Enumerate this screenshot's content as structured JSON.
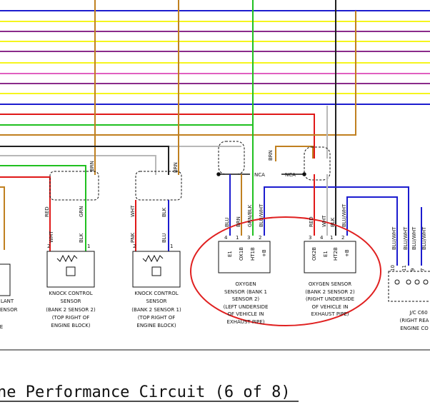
{
  "wire_colors": {
    "blue": "#1c1ccf",
    "yellow": "#f5f51e",
    "purple": "#8a2a8a",
    "pink": "#e060c0",
    "red": "#e01818",
    "green": "#20c020",
    "gray": "#b8b8b8",
    "orange": "#c08020",
    "black": "#202020",
    "highlight": "#e02020"
  },
  "wire_labels": {
    "brn_top": "BRN",
    "nca_left": "NCA",
    "nca_right": "NCA",
    "brn_ks2": "BRN",
    "brn_ks1": "BRN",
    "red_ks2": "RED",
    "grn_ks2": "GRN",
    "wht_ks1": "WHT",
    "blk_ks1": "BLK",
    "wht_ks2": "WHT",
    "blk_ks2": "BLK",
    "pnk_ks1": "PNK",
    "blu_ks1": "BLU",
    "o2b1_blu": "BLU",
    "o2b1_brn": "BRN",
    "o2b1_grnblk": "GRN/BLK",
    "o2b1_bluwht": "BLU/WHT",
    "o2b2_red": "RED",
    "o2b2_wht": "WHT",
    "o2b2_blk": "BLK",
    "o2b2_bluwht": "BLU/WHT",
    "jc_1": "BLU/WHT",
    "jc_2": "BLU/WHT",
    "jc_3": "BLU/WHT",
    "jc_4": "BLU/WHT"
  },
  "pins": {
    "ks2_p2": "2",
    "ks2_p1": "1",
    "ks1_p2": "2",
    "ks1_p1": "1",
    "o2b1": [
      "4",
      "1",
      "3",
      "2"
    ],
    "o2b1_term": [
      "E1",
      "OX1B",
      "HT1B",
      "+B"
    ],
    "o2b2": [
      "3",
      "4",
      "1",
      "2"
    ],
    "o2b2_term": [
      "OX2B",
      "E1",
      "HT2B",
      "+B"
    ],
    "jc": [
      "10",
      "11",
      "9",
      "7"
    ]
  },
  "components": {
    "coolant": [
      "LANT",
      "SENSOR",
      "E"
    ],
    "knock2": [
      "KNOCK CONTROL",
      "SENSOR",
      "(BANK 2 SENSOR 2)",
      "(TOP RIGHT OF",
      "ENGINE BLOCK)"
    ],
    "knock1": [
      "KNOCK CONTROL",
      "SENSOR",
      "(BANK 2 SENSOR 1)",
      "(TOP RIGHT OF",
      "ENGINE BLOCK)"
    ],
    "o2b1": [
      "OXYGEN",
      "SENSOR (BANK 1",
      "SENSOR 2)",
      "(LEFT UNDERSIDE",
      "OF VEHICLE IN",
      "EXHAUST PIPE)"
    ],
    "o2b2": [
      "OXYGEN SENSOR",
      "(BANK 2 SENSOR 2)",
      "(RIGHT UNDERSIDE",
      "OF VEHICLE IN",
      "EXHAUST PIPE)"
    ],
    "jc": [
      "J/C C60",
      "(RIGHT REA",
      "ENGINE CO"
    ]
  },
  "page_title": "ne Performance Circuit (6 of 8)"
}
